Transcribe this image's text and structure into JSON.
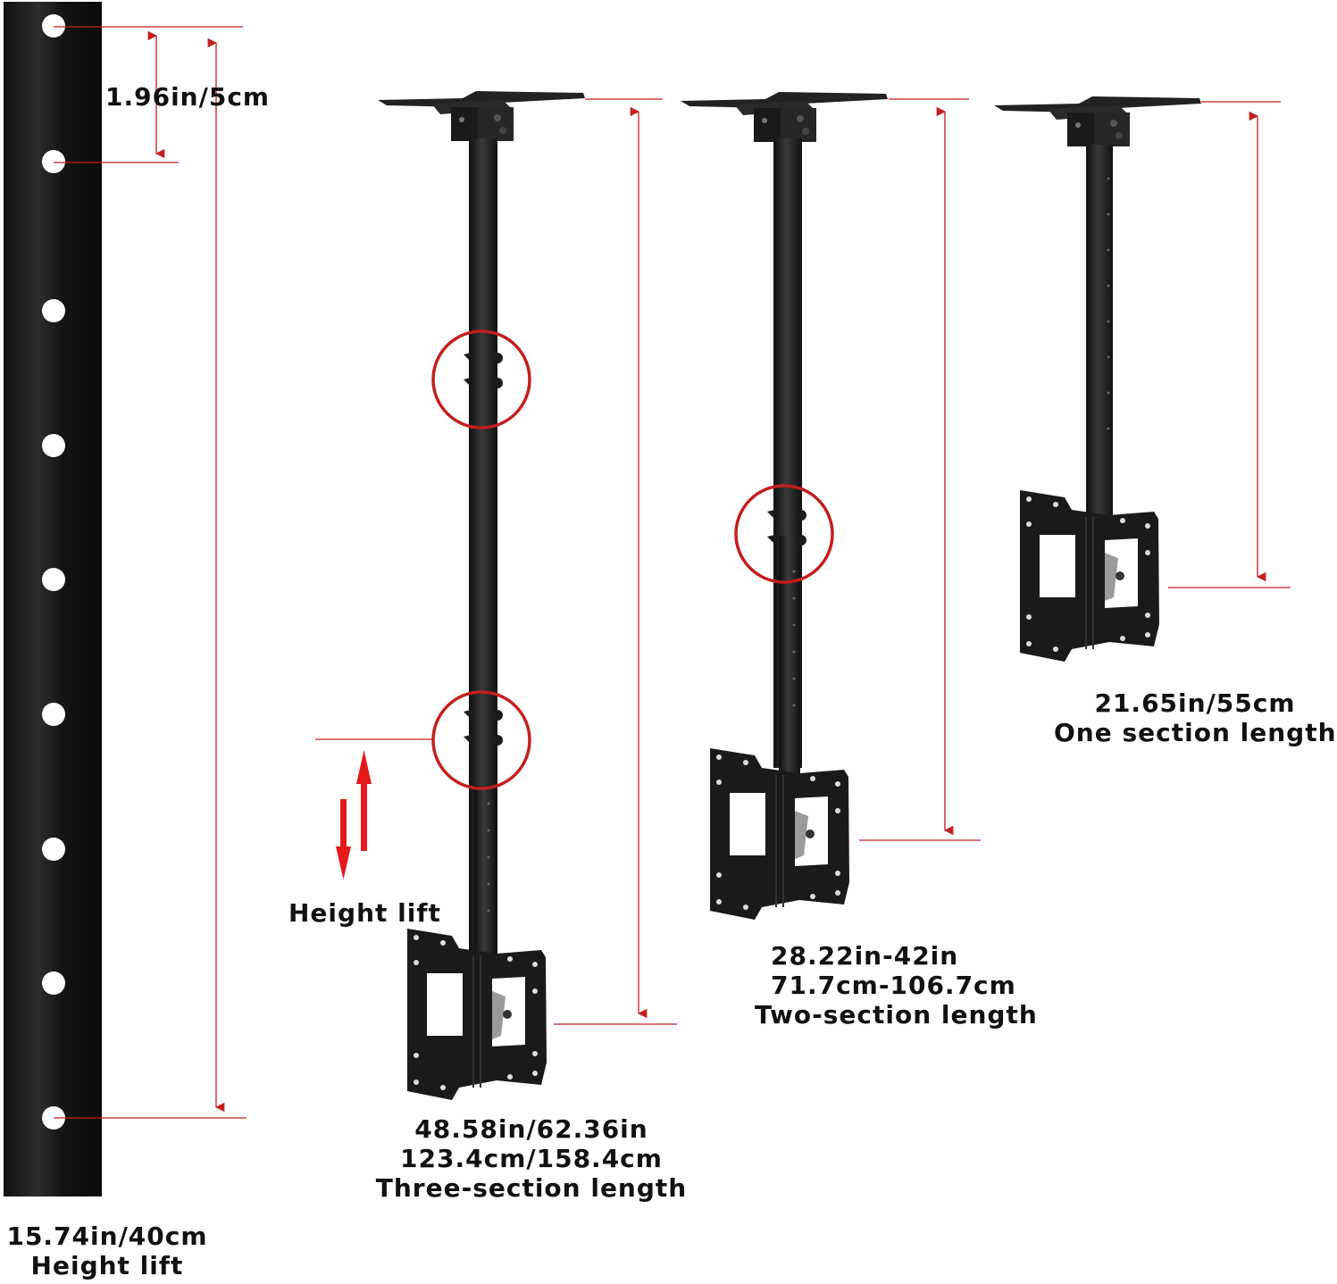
{
  "diagram": {
    "subject": "Ceiling TV mount with telescoping pole in three configurations",
    "accent_color": "#c41e1e",
    "metal_color": "#1c1c1c"
  },
  "pole_detail": {
    "hole_spacing": "1.96in/5cm",
    "height_lift_value": "15.74in/40cm",
    "height_lift_caption": "Height lift",
    "hole_count": 9
  },
  "height_lift_indicator": {
    "caption": "Height lift"
  },
  "mounts": [
    {
      "id": "three-section",
      "dimension_line1": "48.58in/62.36in",
      "dimension_line2": "123.4cm/158.4cm",
      "caption": "Three-section length",
      "highlighted_joints": 2
    },
    {
      "id": "two-section",
      "dimension_line1": "28.22in-42in",
      "dimension_line2": "71.7cm-106.7cm",
      "caption": "Two-section length",
      "highlighted_joints": 1
    },
    {
      "id": "one-section",
      "dimension_line1": "21.65in/55cm",
      "caption": "One section length",
      "highlighted_joints": 0
    }
  ]
}
